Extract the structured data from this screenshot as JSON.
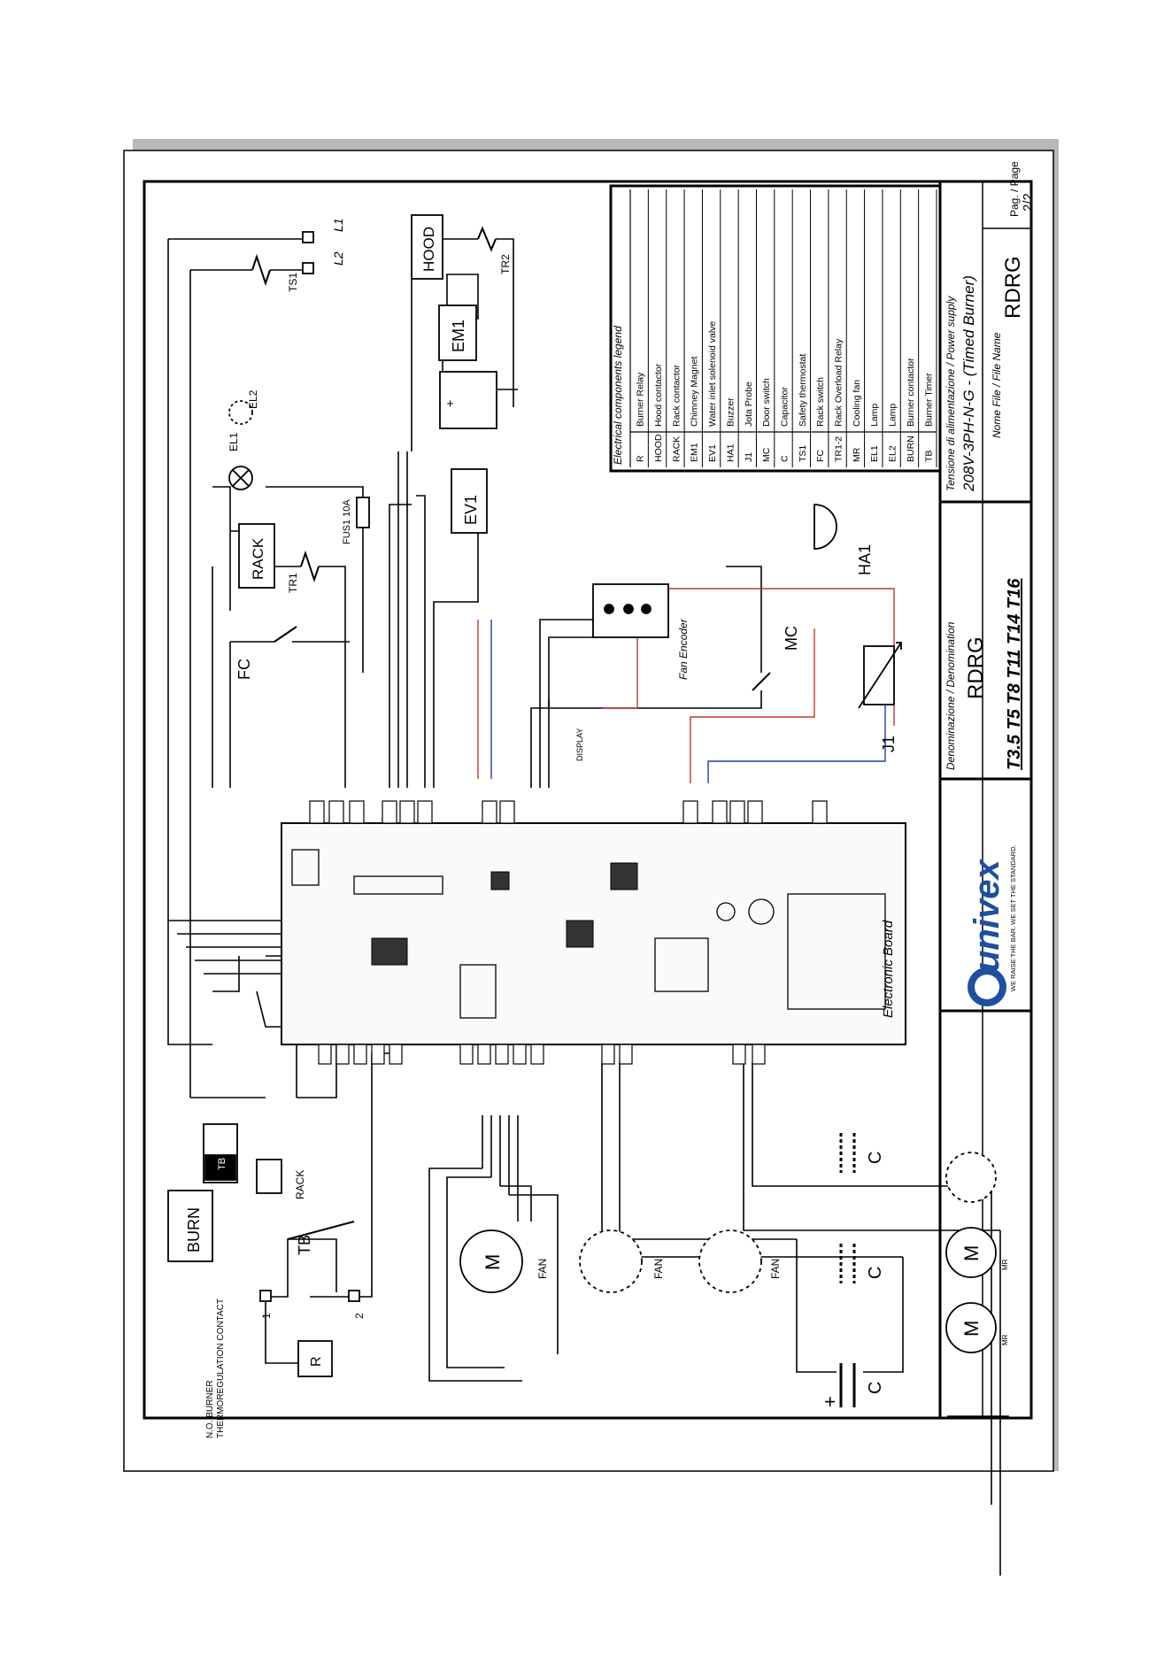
{
  "title_block": {
    "legend_title": "Electrical components legend",
    "legend": [
      {
        "code": "R",
        "desc": "Burner Relay"
      },
      {
        "code": "HOOD",
        "desc": "Hood contactor"
      },
      {
        "code": "RACK",
        "desc": "Rack contactor"
      },
      {
        "code": "EM1",
        "desc": "Chimney Magnet"
      },
      {
        "code": "EV1",
        "desc": "Water inlet solenoid valve"
      },
      {
        "code": "HA1",
        "desc": "Buzzer"
      },
      {
        "code": "J1",
        "desc": "Jota Probe"
      },
      {
        "code": "MC",
        "desc": "Door switch"
      },
      {
        "code": "C",
        "desc": "Capacitor"
      },
      {
        "code": "TS1",
        "desc": "Safety thermostat"
      },
      {
        "code": "FC",
        "desc": "Rack switch"
      },
      {
        "code": "TR1-2",
        "desc": "Rack Overload Relay"
      },
      {
        "code": "MR",
        "desc": "Cooling fan"
      },
      {
        "code": "EL1",
        "desc": "Lamp"
      },
      {
        "code": "EL2",
        "desc": "Lamp"
      },
      {
        "code": "BURN",
        "desc": "Burner contactor"
      },
      {
        "code": "TB",
        "desc": "Burner Timer"
      }
    ],
    "power_label": "Tensione di alimentazione / Power supply",
    "power_value": "208V-3PH-N-G - (Timed Burner)",
    "file_label": "Nome File / File Name",
    "file_value": "RDRG",
    "page_label": "Pag. / Page",
    "page_value": "2/2",
    "denom_label": "Denominazione / Denomination",
    "denom_value": "RDRG",
    "models": "T3.5  T5  T8  T11  T14  T16",
    "brand": "univex",
    "slogan": "WE RAISE THE BAR. WE SET THE STANDARD."
  },
  "components": {
    "L1": "L1",
    "L2": "L2",
    "TS1": "TS1",
    "TR2": "TR2",
    "HOOD": "HOOD",
    "EM1": "EM1",
    "EL1": "EL1",
    "EL2": "EL2",
    "FUS1": "FUS1 10A",
    "RACK": "RACK",
    "TR1": "TR1",
    "EV1": "EV1",
    "FC": "FC",
    "fan_encoder": "Fan Encoder",
    "MC": "MC",
    "HA1": "HA1",
    "J1": "J1",
    "display": "DISPLAY",
    "board": "Electronic Board",
    "TB": "TB",
    "BURN": "BURN",
    "R": "R",
    "contact_1": "1",
    "contact_2": "2",
    "thermo_line1": "N.O. BURNER",
    "thermo_line2": "THERMOREGULATION CONTACT",
    "fan": "FAN",
    "motor": "M",
    "cap": "C",
    "plus": "+",
    "mr": "MR",
    "rectifier_plus": "+"
  },
  "colors": {
    "line": "#000000",
    "red_wire": "#c0392b",
    "blue_wire": "#1f3fa0",
    "magenta_wire": "#b0309a",
    "green_wire": "#2a9a3a",
    "cyan_wire": "#22aacc",
    "frame_shadow": "#b8b8b8"
  }
}
